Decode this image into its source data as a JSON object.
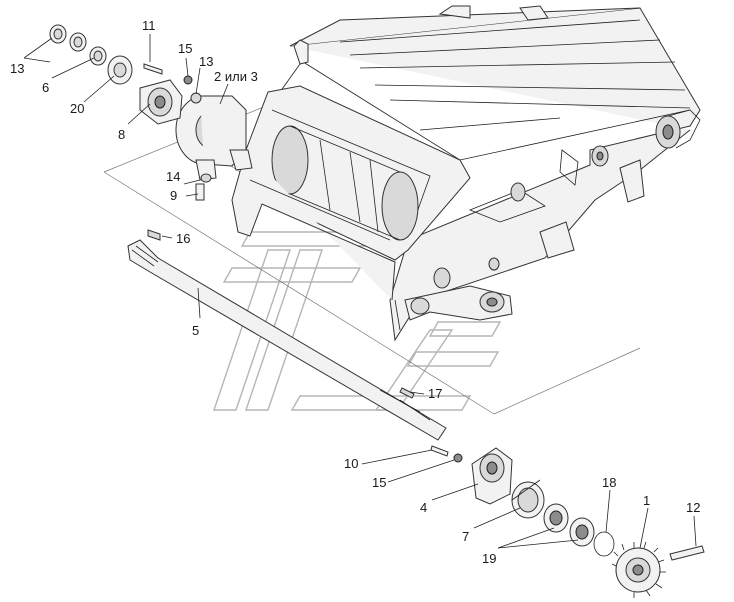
{
  "colors": {
    "line": "#222222",
    "part_fill": "#f2f2f2",
    "shade": "#d9d9d9",
    "dark": "#8c8c8c",
    "watermark": "#b5b5b5"
  },
  "callouts": [
    {
      "id": "c1",
      "text": "1"
    },
    {
      "id": "c2",
      "text": "2 или 3"
    },
    {
      "id": "c4",
      "text": "4"
    },
    {
      "id": "c5",
      "text": "5"
    },
    {
      "id": "c6",
      "text": "6"
    },
    {
      "id": "c7",
      "text": "7"
    },
    {
      "id": "c8",
      "text": "8"
    },
    {
      "id": "c9",
      "text": "9"
    },
    {
      "id": "c10",
      "text": "10"
    },
    {
      "id": "c11",
      "text": "11"
    },
    {
      "id": "c12",
      "text": "12"
    },
    {
      "id": "c13a",
      "text": "13"
    },
    {
      "id": "c13b",
      "text": "13"
    },
    {
      "id": "c14",
      "text": "14"
    },
    {
      "id": "c15a",
      "text": "15"
    },
    {
      "id": "c15b",
      "text": "15"
    },
    {
      "id": "c16",
      "text": "16"
    },
    {
      "id": "c17",
      "text": "17"
    },
    {
      "id": "c18",
      "text": "18"
    },
    {
      "id": "c19",
      "text": "19"
    },
    {
      "id": "c20",
      "text": "20"
    }
  ]
}
